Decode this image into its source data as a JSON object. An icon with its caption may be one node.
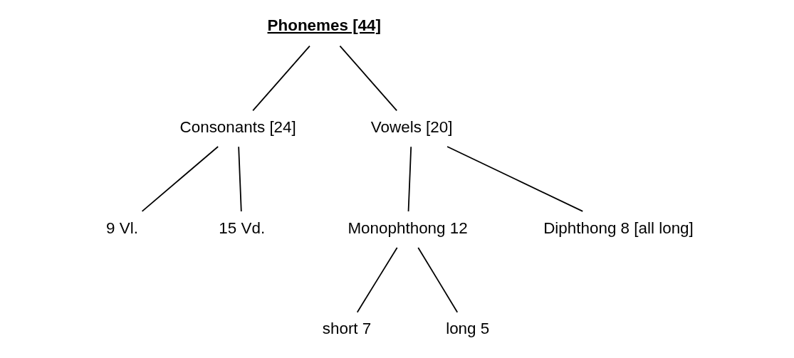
{
  "diagram": {
    "nodes": [
      {
        "text": [
          "Phonemes [44]"
        ]
      },
      {
        "text": [
          "Consonants [24]"
        ]
      },
      {
        "text": [
          "Vowels [20]"
        ]
      },
      {
        "text": [
          "9 Vl."
        ]
      },
      {
        "text": [
          "15 Vd."
        ]
      },
      {
        "text": [
          "Monophthong 12"
        ]
      },
      {
        "text": [
          "Diphthong 8 [all long]"
        ]
      },
      {
        "text": [
          "short 7"
        ]
      },
      {
        "text": [
          "long 5"
        ]
      }
    ],
    "edges": [
      {
        "from": 0,
        "to": 1,
        "arrow": "none"
      },
      {
        "from": 0,
        "to": 2,
        "arrow": "none"
      },
      {
        "from": 1,
        "to": 3,
        "arrow": "none"
      },
      {
        "from": 1,
        "to": 4,
        "arrow": "none"
      },
      {
        "from": 2,
        "to": 5,
        "arrow": "none"
      },
      {
        "from": 2,
        "to": 6,
        "arrow": "none"
      },
      {
        "from": 5,
        "to": 7,
        "arrow": "none"
      },
      {
        "from": 5,
        "to": 8,
        "arrow": "none"
      }
    ]
  }
}
